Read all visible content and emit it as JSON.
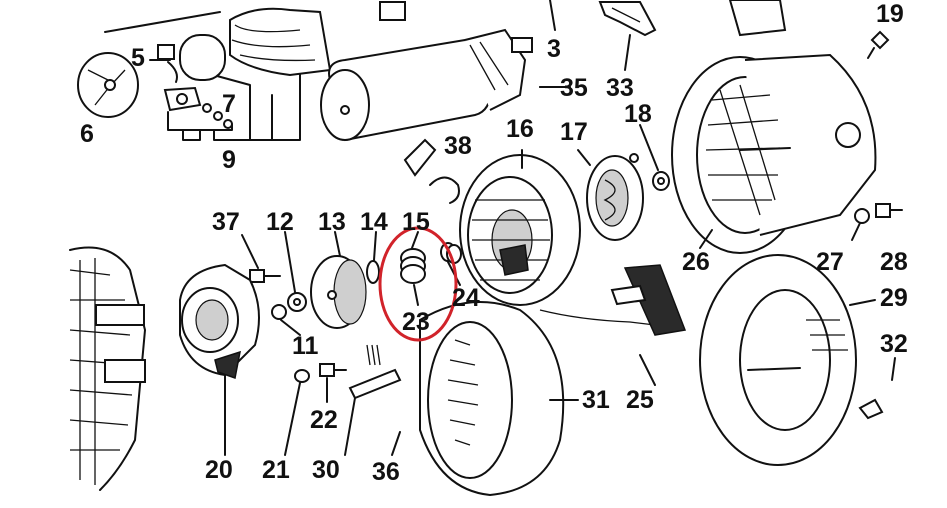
{
  "labels": {
    "p3": "3",
    "p5": "5",
    "p6": "6",
    "p7": "7",
    "p9": "9",
    "p11": "11",
    "p12": "12",
    "p13": "13",
    "p14": "14",
    "p15": "15",
    "p16": "16",
    "p17": "17",
    "p18": "18",
    "p19": "19",
    "p20": "20",
    "p21": "21",
    "p22": "22",
    "p23": "23",
    "p24": "24",
    "p25": "25",
    "p26": "26",
    "p27": "27",
    "p28": "28",
    "p29": "29",
    "p30": "30",
    "p31": "31",
    "p32": "32",
    "p33": "33",
    "p35": "35",
    "p36": "36",
    "p37": "37",
    "p38": "38"
  },
  "highlight": {
    "part": "23",
    "color": "#d1232a"
  }
}
